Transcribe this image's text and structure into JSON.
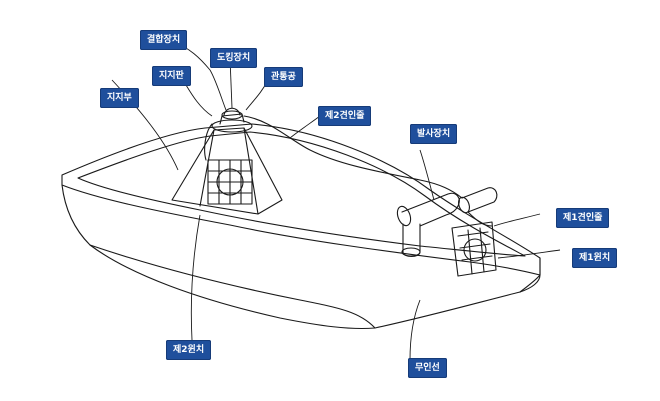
{
  "labels": {
    "coupling_device": "결합장치",
    "docking_device": "도킹장치",
    "support_plate": "지지판",
    "support_part": "지지부",
    "through_hole": "관통공",
    "second_tow_line": "제2견인줄",
    "launch_device": "발사장치",
    "first_tow_line": "제1견인줄",
    "first_winch": "제1윈치",
    "second_winch": "제2윈치",
    "unmanned_vessel": "무인선"
  },
  "colors": {
    "label_background": "#1f4f9c",
    "label_text": "#ffffff",
    "drawing_line": "#1a1a1a"
  }
}
